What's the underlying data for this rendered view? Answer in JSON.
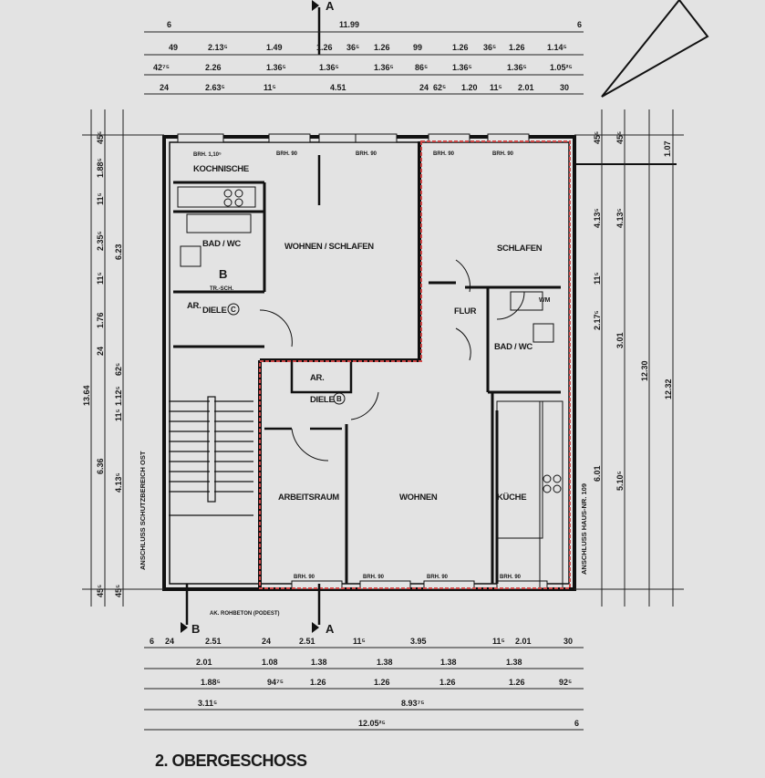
{
  "title": "2. OBERGESCHOSS",
  "colors": {
    "background": "#e3e3e3",
    "lines": "#111111",
    "unit_outline": "#d04848"
  },
  "section_markers": {
    "a_top": "A",
    "a_bottom": "A",
    "b_bottom": "B",
    "b_inner": "B"
  },
  "rooms": {
    "kochnische": "KOCHNISCHE",
    "wohnen_schlafen": "WOHNEN / SCHLAFEN",
    "bad_wc_left": "BAD / WC",
    "diele_c": "DIELE",
    "diele_c_mark": "C",
    "ar_left": "AR.",
    "schlafen": "SCHLAFEN",
    "flur": "FLUR",
    "bad_wc_right": "BAD / WC",
    "wm": "WM",
    "ar_right": "AR.",
    "diele_b": "DIELE",
    "diele_b_mark": "B",
    "arbeitsraum": "ARBEITSRAUM",
    "wohnen": "WOHNEN",
    "kueche": "KÜCHE"
  },
  "annotations": {
    "tr_sch": "TR.-SCH.",
    "podest": "AK. ROHBETON (PODEST)",
    "west_side": "ANSCHLUSS SCHUTZBEREICH OST",
    "east_side": "ANSCHLUSS HAUS-NR. 109",
    "window_labels": [
      "BRH. 1,10⁵",
      "BRH. 90",
      "BRH. 90",
      "BRH. 90",
      "BRH. 90",
      "BRH. 90",
      "BRH. 90",
      "BRH. 90",
      "BRH. 90"
    ]
  },
  "dimensions": {
    "top": [
      [
        "6",
        "11.99",
        "6"
      ],
      [
        "49",
        "2.13⁵",
        "1.49",
        "1.26",
        "36⁵",
        "1.26",
        "99",
        "1.26",
        "36⁵",
        "1.26",
        "1.14⁵"
      ],
      [
        "42⁷⁵",
        "2.26",
        "1.36⁵",
        "1.36⁵",
        "1.36⁵",
        "86⁵",
        "1.36⁵",
        "1.36⁵",
        "1.05²⁵"
      ],
      [
        "24",
        "2.63⁵",
        "11⁵",
        "4.51",
        "24",
        "62⁵",
        "1.20",
        "11⁵",
        "2.01",
        "30"
      ]
    ],
    "bottom": [
      [
        "6",
        "24",
        "2.51",
        "24",
        "2.51",
        "11⁵",
        "3.95",
        "11⁵",
        "2.01",
        "30"
      ],
      [
        "2.01",
        "1.08",
        "1.38",
        "1.38",
        "1.38",
        "1.38"
      ],
      [
        "1.88⁵",
        "94⁷⁵",
        "1.26",
        "1.26",
        "1.26",
        "1.26",
        "92⁵"
      ],
      [
        "3.11⁵",
        "8.93⁷⁵"
      ],
      [
        "12.05²⁵",
        "6"
      ]
    ],
    "left": [
      "13.64",
      "45⁵",
      "1.88⁵",
      "11⁵",
      "2.35⁵",
      "11⁵",
      "1.76",
      "24",
      "6.36",
      "45⁵",
      "6.23",
      "62⁵",
      "1.12⁵",
      "11⁵",
      "4.13⁵",
      "45⁵"
    ],
    "right": [
      "45⁵",
      "45⁵",
      "1.07",
      "4.13⁵",
      "4.13⁵",
      "11⁵",
      "2.17⁵",
      "3.01",
      "12.30",
      "12.32",
      "6.01",
      "5.10⁵"
    ]
  }
}
